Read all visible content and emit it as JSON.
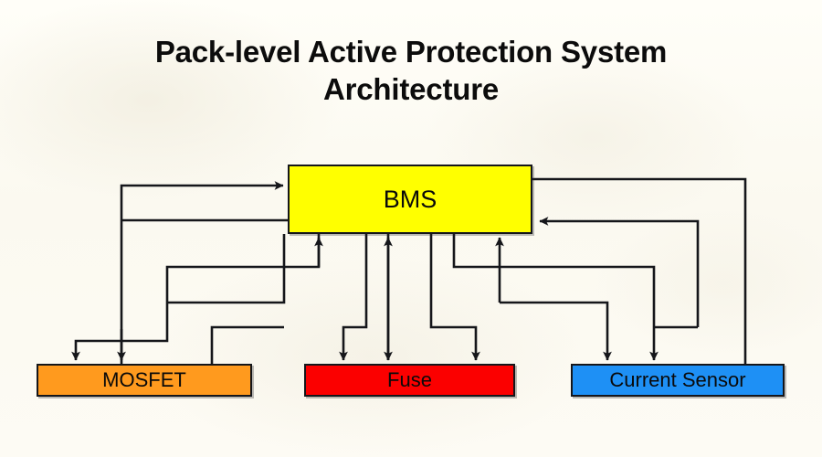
{
  "title": {
    "line1": "Pack-level Active Protection System",
    "line2": "Architecture"
  },
  "nodes": [
    {
      "id": "bms",
      "label": "BMS",
      "color": "#ffff00",
      "role": "controller"
    },
    {
      "id": "mosfet",
      "label": "MOSFET",
      "color": "#ff9a1e",
      "role": "actuator"
    },
    {
      "id": "fuse",
      "label": "Fuse",
      "color": "#fb0000",
      "role": "actuator"
    },
    {
      "id": "sensor",
      "label": "Current Sensor",
      "color": "#1e90f5",
      "role": "sensor"
    }
  ],
  "diagram": {
    "background_color": "#fdfcf5",
    "line_color": "#15161a",
    "border_color": "#15161a",
    "connections": [
      {
        "from": "mosfet",
        "to": "bms",
        "direction": "up",
        "arrowhead": true
      },
      {
        "from": "mosfet",
        "to": "bms",
        "direction": "up",
        "arrowhead": false
      },
      {
        "from": "bms",
        "to": "mosfet",
        "direction": "down",
        "arrowhead": true
      },
      {
        "from": "bms",
        "to": "mosfet",
        "direction": "down",
        "arrowhead": true
      },
      {
        "from": "bms",
        "to": "fuse",
        "direction": "down",
        "arrowhead": true
      },
      {
        "from": "bms",
        "to": "fuse",
        "direction": "down",
        "arrowhead": true
      },
      {
        "from": "bms",
        "to": "fuse",
        "direction": "down",
        "arrowhead": true
      },
      {
        "from": "fuse",
        "to": "bms",
        "direction": "up",
        "arrowhead": true
      },
      {
        "from": "sensor",
        "to": "bms",
        "direction": "up",
        "arrowhead": true
      },
      {
        "from": "sensor",
        "to": "bms",
        "direction": "left",
        "arrowhead": true
      },
      {
        "from": "bms",
        "to": "sensor",
        "direction": "down",
        "arrowhead": true
      },
      {
        "from": "bms",
        "to": "sensor",
        "direction": "down",
        "arrowhead": true
      }
    ]
  }
}
